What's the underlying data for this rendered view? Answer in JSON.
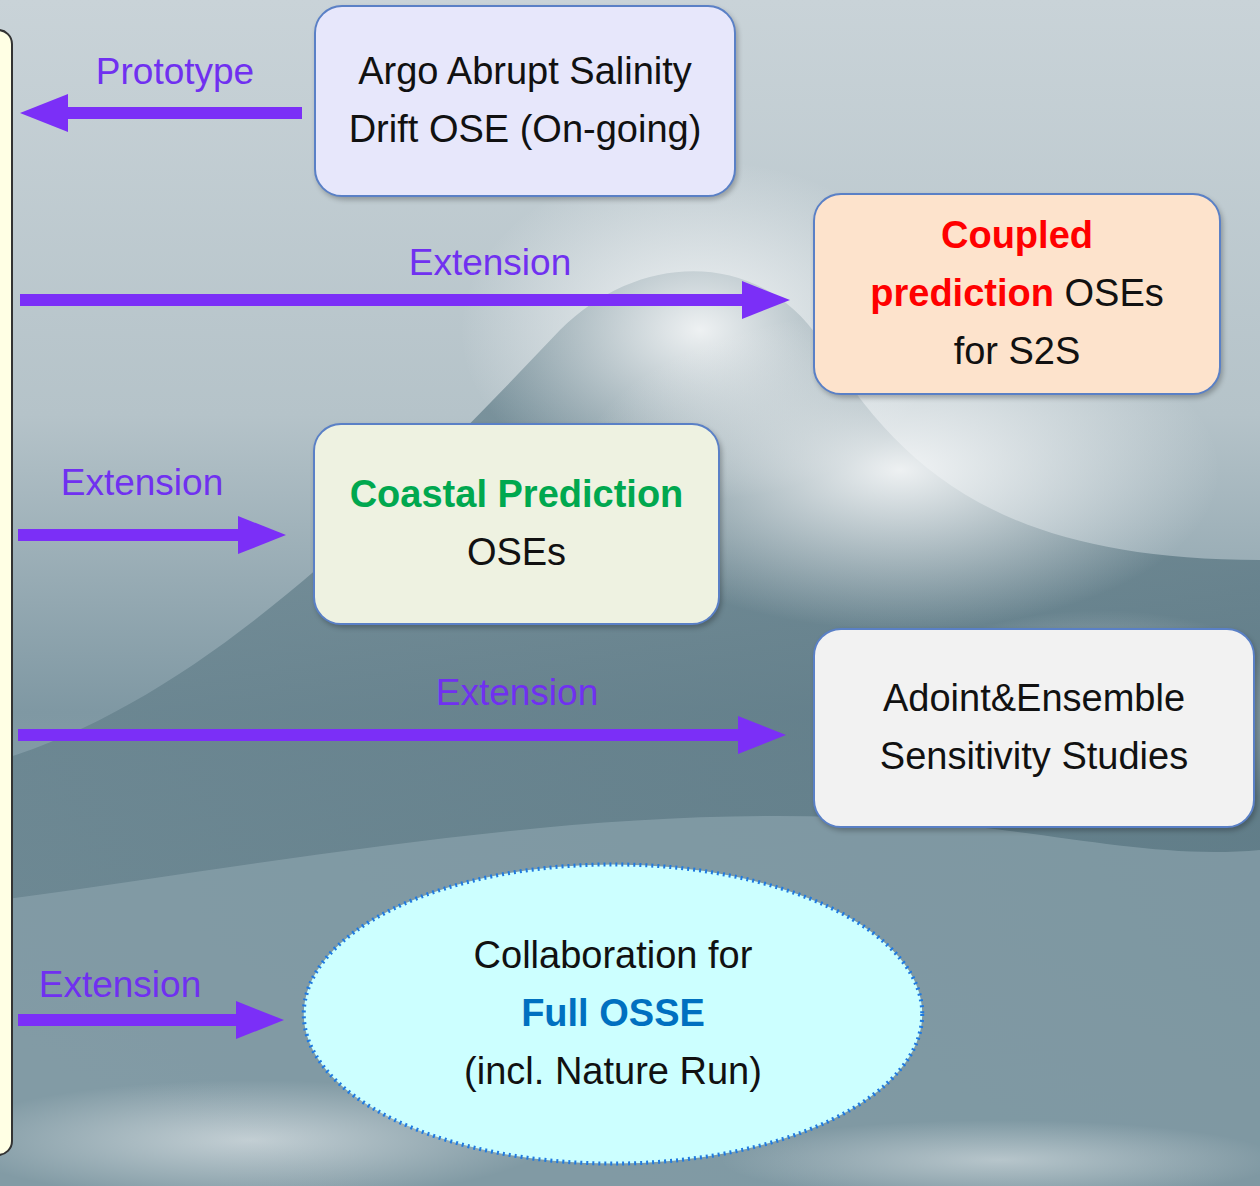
{
  "diagram": {
    "nodes": [
      {
        "text": [
          "Argo Abrupt Salinity Drift OSE (On-going)"
        ]
      },
      {
        "text": [
          "Coupled prediction",
          "OSEs for S2S"
        ]
      },
      {
        "text": [
          "Coastal Prediction",
          "OSEs"
        ]
      },
      {
        "text": [
          "Adoint&Ensemble Sensitivity Studies"
        ]
      },
      {
        "text": [
          "Collaboration for",
          "Full OSSE",
          "(incl. Nature Run)"
        ]
      }
    ],
    "labels": [
      "Prototype",
      "Extension",
      "Extension",
      "Extension",
      "Extension"
    ]
  }
}
